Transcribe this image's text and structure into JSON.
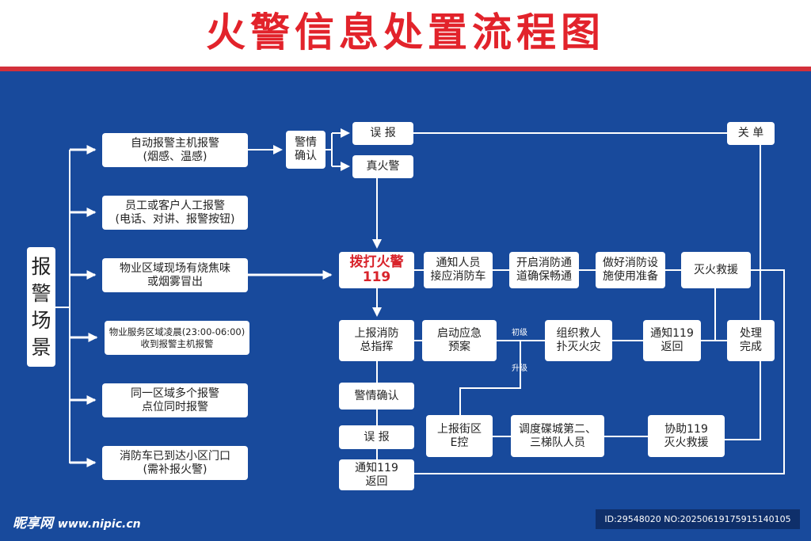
{
  "title": "火警信息处置流程图",
  "scene_label": "报警场景",
  "scenarios": [
    {
      "line1": "自动报警主机报警",
      "line2": "(烟感、温感)"
    },
    {
      "line1": "员工或客户人工报警",
      "line2": "(电话、对讲、报警按钮)"
    },
    {
      "line1": "物业区域现场有烧焦味",
      "line2": "或烟雾冒出"
    },
    {
      "line1": "物业服务区域凌晨(23:00-06:00)",
      "line2": "收到报警主机报警"
    },
    {
      "line1": "同一区域多个报警",
      "line2": "点位同时报警"
    },
    {
      "line1": "消防车已到达小区门口",
      "line2": "(需补报火警)"
    }
  ],
  "confirm": {
    "line1": "警情",
    "line2": "确认"
  },
  "false_alarm_top": "误 报",
  "real_fire": "真火警",
  "close_order": "关 单",
  "call119": {
    "line1": "拨打火警",
    "line2": "119"
  },
  "row1": [
    {
      "line1": "通知人员",
      "line2": "接应消防车"
    },
    {
      "line1": "开启消防通",
      "line2": "道确保畅通"
    },
    {
      "line1": "做好消防设",
      "line2": "施使用准备"
    },
    {
      "line1": "灭火救援",
      "line2": ""
    }
  ],
  "row2": [
    {
      "line1": "上报消防",
      "line2": "总指挥"
    },
    {
      "line1": "启动应急",
      "line2": "预案"
    },
    {
      "line1": "组织救人",
      "line2": "扑灭火灾"
    },
    {
      "line1": "通知119",
      "line2": "返回"
    },
    {
      "line1": "处理",
      "line2": "完成"
    }
  ],
  "label_primary": "初级",
  "label_upgrade": "升级",
  "row3": [
    {
      "line1": "上报街区",
      "line2": "E控"
    },
    {
      "line1": "调度碟城第二、",
      "line2": "三梯队人员"
    },
    {
      "line1": "协助119",
      "line2": "灭火救援"
    }
  ],
  "left_col": {
    "confirm": "警情确认",
    "false_alarm": "误 报",
    "notify_return": {
      "line1": "通知119",
      "line2": "返回"
    }
  },
  "watermark": {
    "logo": "昵享网",
    "url": "www.nipic.cn",
    "id": "ID:29548020 NO:20250619175915140105"
  },
  "colors": {
    "background": "#184a9c",
    "title": "#e2232b",
    "line": "#ffffff"
  }
}
